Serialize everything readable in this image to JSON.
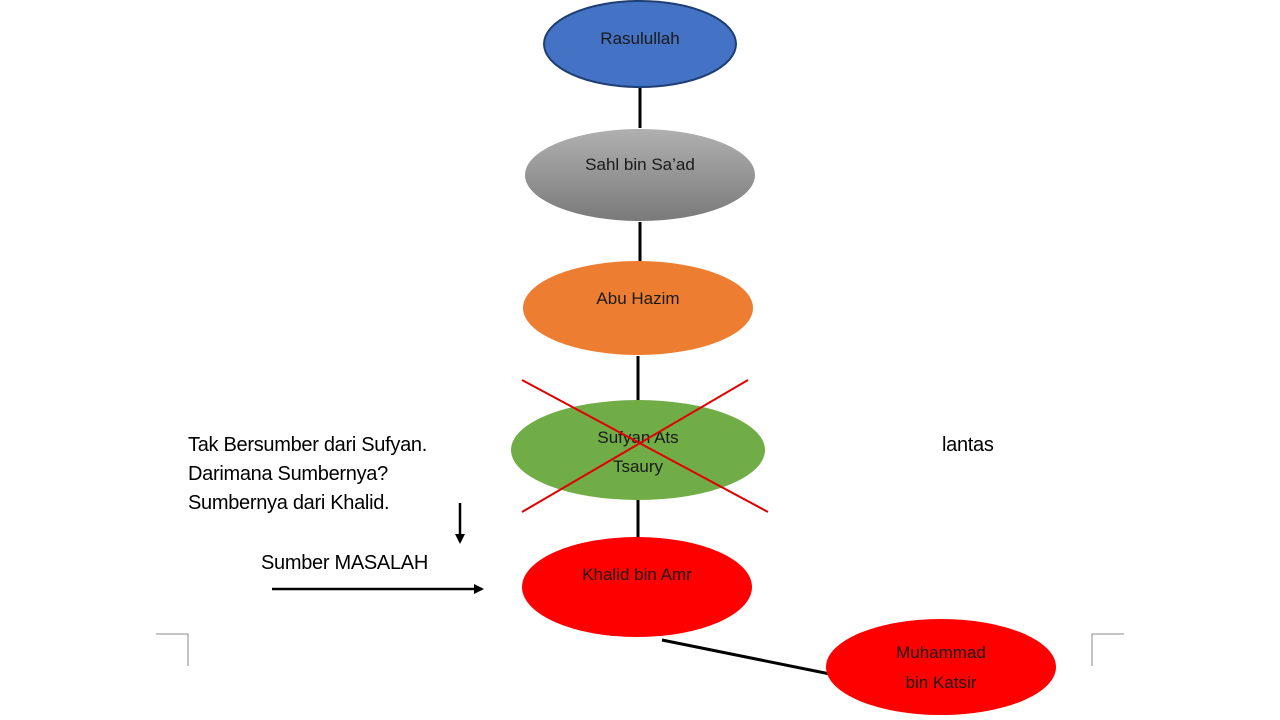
{
  "nodes": {
    "rasulullah": {
      "label": "Rasulullah",
      "color": "#4472C4"
    },
    "sahl": {
      "label": "Sahl bin Sa’ad",
      "color": "#8C8C8C"
    },
    "abu_hazim": {
      "label": "Abu Hazim",
      "color": "#ED7D31"
    },
    "sufyan": {
      "line1": "Sufyan Ats",
      "line2": "Tsaury",
      "color": "#70AD47",
      "crossed_out": true
    },
    "khalid": {
      "label": "Khalid bin Amr",
      "color": "#FF0000"
    },
    "muhammad": {
      "line1": "Muhammad",
      "line2": "bin Katsir",
      "color": "#FF0000"
    }
  },
  "notes": {
    "line1": "Tak Bersumber dari Sufyan.",
    "line2": "Darimana Sumbernya?",
    "line3": "Sumbernya dari Khalid.",
    "source_problem": "Sumber MASALAH",
    "side": "lantas"
  }
}
